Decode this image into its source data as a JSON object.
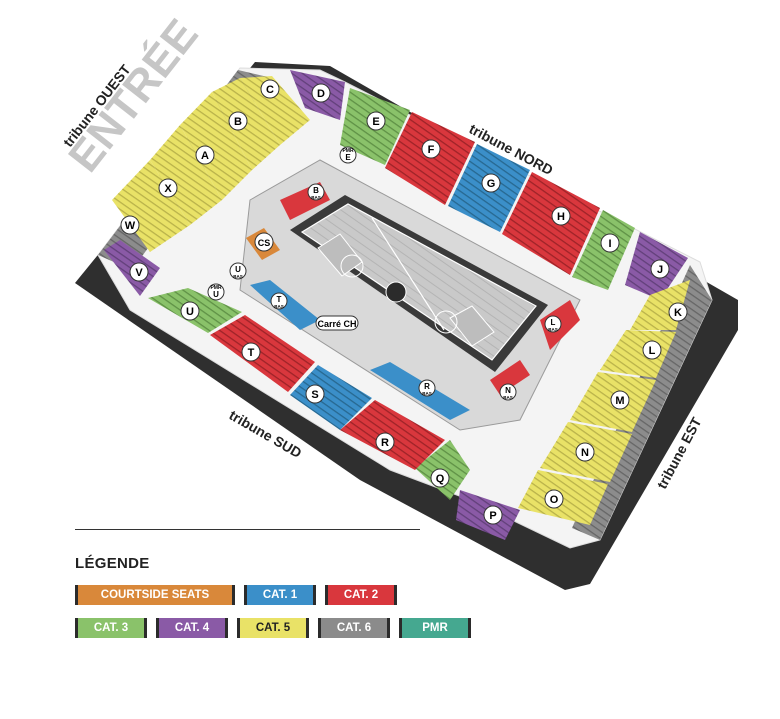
{
  "map": {
    "entree_label": "ENTRÉE",
    "tribunes": {
      "ouest": "tribune OUEST",
      "nord": "tribune NORD",
      "est": "tribune EST",
      "sud": "tribune SUD"
    },
    "court_label": "Carré CH",
    "sections": [
      {
        "id": "C",
        "label": "C",
        "category": "cat5"
      },
      {
        "id": "B",
        "label": "B",
        "category": "cat5"
      },
      {
        "id": "A",
        "label": "A",
        "category": "cat5"
      },
      {
        "id": "X",
        "label": "X",
        "category": "cat5"
      },
      {
        "id": "W",
        "label": "W",
        "category": "cat5"
      },
      {
        "id": "V",
        "label": "V",
        "category": "cat4"
      },
      {
        "id": "D",
        "label": "D",
        "category": "cat4"
      },
      {
        "id": "E",
        "label": "E",
        "category": "cat3"
      },
      {
        "id": "F",
        "label": "F",
        "category": "cat2"
      },
      {
        "id": "G",
        "label": "G",
        "category": "cat1"
      },
      {
        "id": "H",
        "label": "H",
        "category": "cat2"
      },
      {
        "id": "I",
        "label": "I",
        "category": "cat3"
      },
      {
        "id": "J",
        "label": "J",
        "category": "cat4"
      },
      {
        "id": "K",
        "label": "K",
        "category": "cat5"
      },
      {
        "id": "L",
        "label": "L",
        "category": "cat5"
      },
      {
        "id": "M",
        "label": "M",
        "category": "cat5"
      },
      {
        "id": "N",
        "label": "N",
        "category": "cat5"
      },
      {
        "id": "O",
        "label": "O",
        "category": "cat5"
      },
      {
        "id": "P",
        "label": "P",
        "category": "cat4"
      },
      {
        "id": "Q",
        "label": "Q",
        "category": "cat3"
      },
      {
        "id": "R",
        "label": "R",
        "category": "cat2"
      },
      {
        "id": "S",
        "label": "S",
        "category": "cat1"
      },
      {
        "id": "T",
        "label": "T",
        "category": "cat2"
      },
      {
        "id": "U",
        "label": "U",
        "category": "cat3"
      },
      {
        "id": "CS",
        "label": "CS",
        "category": "courtside"
      }
    ],
    "lower_sections": [
      {
        "id": "PMR-E",
        "top": "PMR",
        "main": "E"
      },
      {
        "id": "B-BAS",
        "top": "",
        "main": "B",
        "sub": "BAS"
      },
      {
        "id": "U-BAS",
        "top": "",
        "main": "U",
        "sub": "BAS"
      },
      {
        "id": "PMR-U",
        "top": "PMR",
        "main": "U"
      },
      {
        "id": "T-BAS",
        "top": "",
        "main": "T",
        "sub": "BAS"
      },
      {
        "id": "L-BAS",
        "top": "",
        "main": "L",
        "sub": "BAS"
      },
      {
        "id": "R-BAS",
        "top": "",
        "main": "R",
        "sub": "BAS"
      },
      {
        "id": "N-BAS",
        "top": "",
        "main": "N",
        "sub": "BAS"
      }
    ]
  },
  "legend": {
    "title": "LÉGENDE",
    "items": [
      {
        "key": "courtside",
        "label": "COURTSIDE SEATS",
        "color": "#d9883a"
      },
      {
        "key": "cat1",
        "label": "CAT. 1",
        "color": "#3b8fc9"
      },
      {
        "key": "cat2",
        "label": "CAT. 2",
        "color": "#d9373d"
      },
      {
        "key": "cat3",
        "label": "CAT. 3",
        "color": "#8ac26a"
      },
      {
        "key": "cat4",
        "label": "CAT. 4",
        "color": "#8a5aa6"
      },
      {
        "key": "cat5",
        "label": "CAT. 5",
        "color": "#e9e267"
      },
      {
        "key": "cat6",
        "label": "CAT. 6",
        "color": "#8b8b8b"
      },
      {
        "key": "pmr",
        "label": "PMR",
        "color": "#45a890"
      }
    ]
  }
}
